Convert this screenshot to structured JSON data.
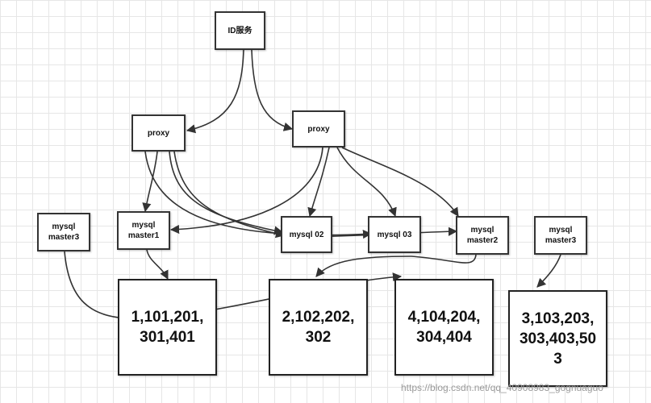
{
  "nodes": {
    "id_service": "ID服务",
    "proxy_left": "proxy",
    "proxy_right": "proxy",
    "mysql_master3_left": "mysql\nmaster3",
    "mysql_master1": "mysql\nmaster1",
    "mysql_02": "mysql 02",
    "mysql_03": "mysql 03",
    "mysql_master2": "mysql\nmaster2",
    "mysql_master3_right": "mysql\nmaster3",
    "ids_1": "1,101,201,\n301,401",
    "ids_2": "2,102,202,\n302",
    "ids_4": "4,104,204,\n304,404",
    "ids_3": "3,103,203,\n303,403,50\n3"
  },
  "watermark": "https://blog.csdn.net/qq_40908983_gognuaguo",
  "colors": {
    "stroke": "#333333",
    "grid": "#e6e6e6"
  }
}
